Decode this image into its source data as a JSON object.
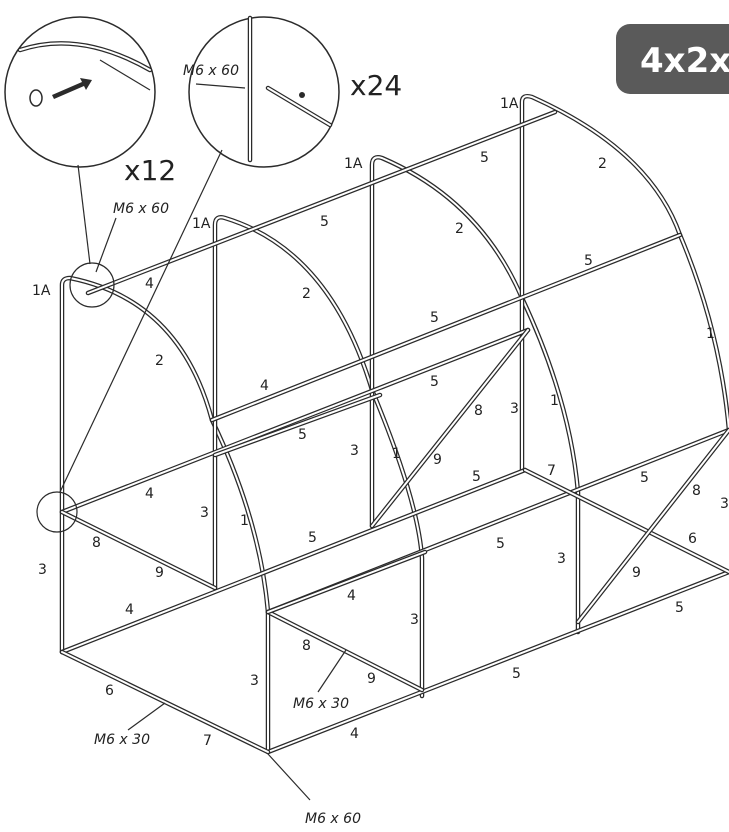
{
  "badge": {
    "text": "4x2x",
    "color": "#5a5a5a"
  },
  "callouts": {
    "left": {
      "count": "x12"
    },
    "right": {
      "bolt": "M6 x 60",
      "count": "x24"
    }
  },
  "frame_labels": [
    "1A",
    "1A",
    "1A",
    "1A",
    "2",
    "2",
    "2",
    "2",
    "1",
    "1",
    "1",
    "1",
    "3",
    "3",
    "3",
    "3",
    "3",
    "3",
    "3",
    "3",
    "4",
    "4",
    "4",
    "4",
    "4",
    "4",
    "5",
    "5",
    "5",
    "5",
    "5",
    "5",
    "5",
    "5",
    "5",
    "5",
    "5",
    "5",
    "5",
    "6",
    "6",
    "7",
    "7",
    "8",
    "8",
    "8",
    "8",
    "9",
    "9",
    "9",
    "9"
  ],
  "bolt_labels": [
    "M6 x 60",
    "M6 x 30",
    "M6 x 30",
    "M6 x 60"
  ]
}
